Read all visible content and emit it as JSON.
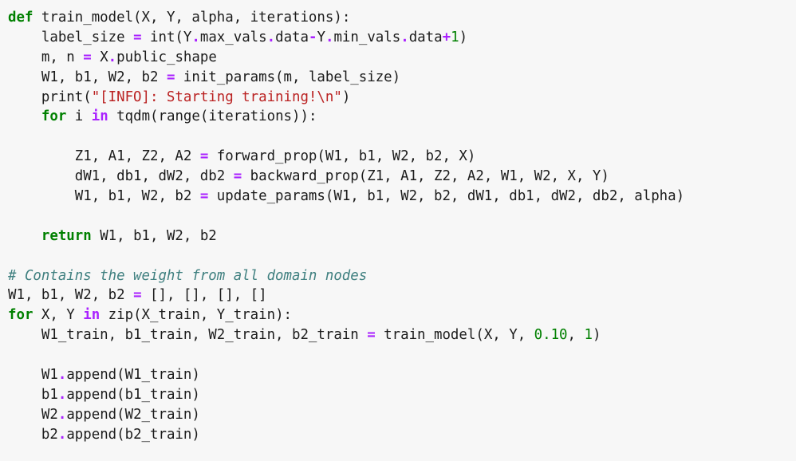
{
  "editor": {
    "language": "python",
    "colors": {
      "background": "#f7f7f7",
      "keyword": "#008000",
      "operator": "#aa22ff",
      "string": "#ba2121",
      "number": "#008000",
      "comment": "#408080",
      "text": "#1b1b1b"
    },
    "lines": [
      [
        {
          "t": "kw",
          "v": "def"
        },
        {
          "t": "pn",
          "v": " train_model(X, Y, alpha, iterations):"
        }
      ],
      [
        {
          "t": "pn",
          "v": "    label_size "
        },
        {
          "t": "op",
          "v": "="
        },
        {
          "t": "pn",
          "v": " int(Y"
        },
        {
          "t": "op",
          "v": "."
        },
        {
          "t": "pn",
          "v": "max_vals"
        },
        {
          "t": "op",
          "v": "."
        },
        {
          "t": "pn",
          "v": "data"
        },
        {
          "t": "op",
          "v": "-"
        },
        {
          "t": "pn",
          "v": "Y"
        },
        {
          "t": "op",
          "v": "."
        },
        {
          "t": "pn",
          "v": "min_vals"
        },
        {
          "t": "op",
          "v": "."
        },
        {
          "t": "pn",
          "v": "data"
        },
        {
          "t": "op",
          "v": "+"
        },
        {
          "t": "num",
          "v": "1"
        },
        {
          "t": "pn",
          "v": ")"
        }
      ],
      [
        {
          "t": "pn",
          "v": "    m, n "
        },
        {
          "t": "op",
          "v": "="
        },
        {
          "t": "pn",
          "v": " X"
        },
        {
          "t": "op",
          "v": "."
        },
        {
          "t": "pn",
          "v": "public_shape"
        }
      ],
      [
        {
          "t": "pn",
          "v": "    W1, b1, W2, b2 "
        },
        {
          "t": "op",
          "v": "="
        },
        {
          "t": "pn",
          "v": " init_params(m, label_size)"
        }
      ],
      [
        {
          "t": "pn",
          "v": "    print("
        },
        {
          "t": "str",
          "v": "\"[INFO]: Starting training!\\n\""
        },
        {
          "t": "pn",
          "v": ")"
        }
      ],
      [
        {
          "t": "pn",
          "v": "    "
        },
        {
          "t": "kw",
          "v": "for"
        },
        {
          "t": "pn",
          "v": " i "
        },
        {
          "t": "op",
          "v": "in"
        },
        {
          "t": "pn",
          "v": " tqdm(range(iterations)):"
        }
      ],
      [],
      [
        {
          "t": "pn",
          "v": "        Z1, A1, Z2, A2 "
        },
        {
          "t": "op",
          "v": "="
        },
        {
          "t": "pn",
          "v": " forward_prop(W1, b1, W2, b2, X)"
        }
      ],
      [
        {
          "t": "pn",
          "v": "        dW1, db1, dW2, db2 "
        },
        {
          "t": "op",
          "v": "="
        },
        {
          "t": "pn",
          "v": " backward_prop(Z1, A1, Z2, A2, W1, W2, X, Y)"
        }
      ],
      [
        {
          "t": "pn",
          "v": "        W1, b1, W2, b2 "
        },
        {
          "t": "op",
          "v": "="
        },
        {
          "t": "pn",
          "v": " update_params(W1, b1, W2, b2, dW1, db1, dW2, db2, alpha)"
        }
      ],
      [],
      [
        {
          "t": "pn",
          "v": "    "
        },
        {
          "t": "kw",
          "v": "return"
        },
        {
          "t": "pn",
          "v": " W1, b1, W2, b2"
        }
      ],
      [],
      [
        {
          "t": "cm",
          "v": "# Contains the weight from all domain nodes"
        }
      ],
      [
        {
          "t": "pn",
          "v": "W1, b1, W2, b2 "
        },
        {
          "t": "op",
          "v": "="
        },
        {
          "t": "pn",
          "v": " [], [], [], []"
        }
      ],
      [
        {
          "t": "kw",
          "v": "for"
        },
        {
          "t": "pn",
          "v": " X, Y "
        },
        {
          "t": "op",
          "v": "in"
        },
        {
          "t": "pn",
          "v": " zip(X_train, Y_train):"
        }
      ],
      [
        {
          "t": "pn",
          "v": "    W1_train, b1_train, W2_train, b2_train "
        },
        {
          "t": "op",
          "v": "="
        },
        {
          "t": "pn",
          "v": " train_model(X, Y, "
        },
        {
          "t": "num",
          "v": "0.10"
        },
        {
          "t": "pn",
          "v": ", "
        },
        {
          "t": "num",
          "v": "1"
        },
        {
          "t": "pn",
          "v": ")"
        }
      ],
      [],
      [
        {
          "t": "pn",
          "v": "    W1"
        },
        {
          "t": "op",
          "v": "."
        },
        {
          "t": "pn",
          "v": "append(W1_train)"
        }
      ],
      [
        {
          "t": "pn",
          "v": "    b1"
        },
        {
          "t": "op",
          "v": "."
        },
        {
          "t": "pn",
          "v": "append(b1_train)"
        }
      ],
      [
        {
          "t": "pn",
          "v": "    W2"
        },
        {
          "t": "op",
          "v": "."
        },
        {
          "t": "pn",
          "v": "append(W2_train)"
        }
      ],
      [
        {
          "t": "pn",
          "v": "    b2"
        },
        {
          "t": "op",
          "v": "."
        },
        {
          "t": "pn",
          "v": "append(b2_train)"
        }
      ]
    ]
  }
}
